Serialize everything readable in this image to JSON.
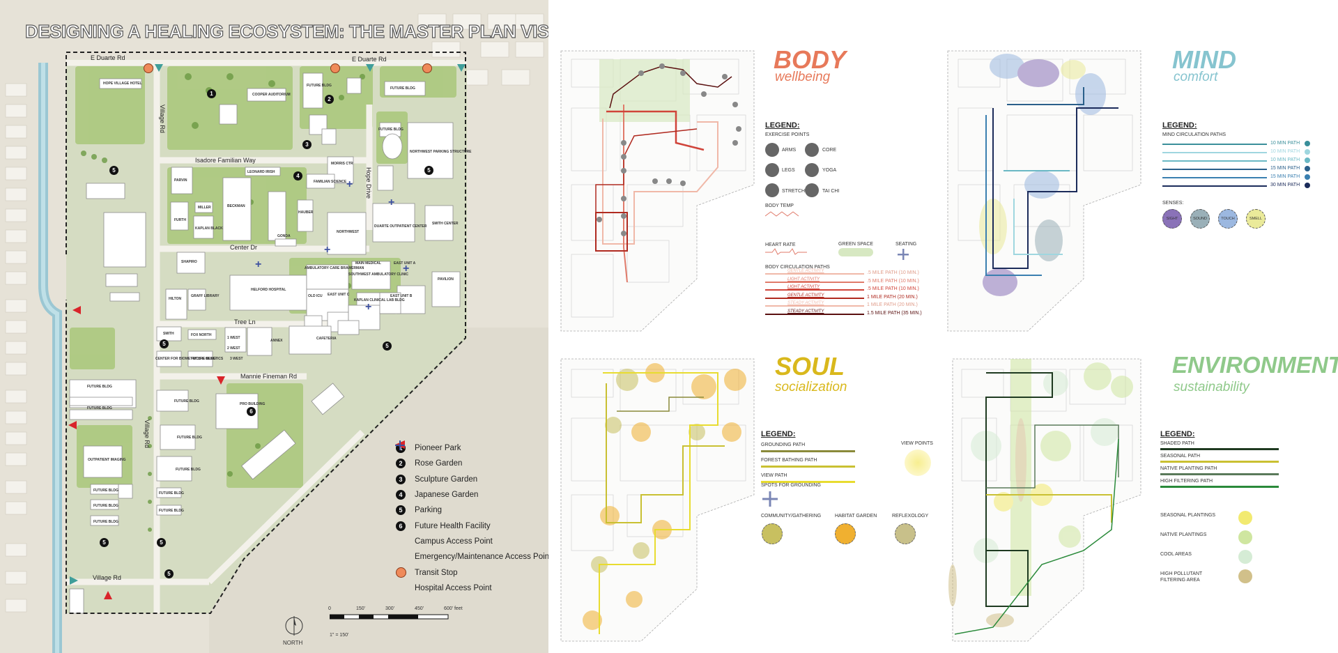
{
  "colors": {
    "body": "#e7795a",
    "mind": "#86c4cf",
    "soul": "#d9b81c",
    "environment": "#8fc98a",
    "path_red": "#c0392b",
    "path_dark": "#5a1010",
    "mind_navy": "#1b2b5a",
    "access_teal": "#3f9e9a",
    "access_red": "#d9242a",
    "transit": "#ef8a5a",
    "hospital_access": "#3d50a0"
  },
  "masterplan": {
    "title": "DESIGNING A HEALING ECOSYSTEM: THE MASTER PLAN VISION",
    "roads": {
      "e_duarte_1": "E Duarte Rd",
      "e_duarte_2": "E Duarte Rd",
      "village_rd_1": "Village Rd",
      "village_rd_2": "Village Rd",
      "village_rd_3": "Village Rd",
      "isadore": "Isadore Familian Way",
      "hope_drive": "Hope Drive",
      "center_dr": "Center Dr",
      "tree_ln": "Tree Ln",
      "mannie": "Mannie Fineman Rd"
    },
    "buildings": {
      "hope_village_hotel": "HOPE VILLAGE HOTEL",
      "cooper": "COOPER AUDITORIUM",
      "future_bldg": "FUTURE BLDG",
      "familian_science": "FAMILIAN SCIENCE",
      "morris": "MORRIS CTR",
      "northwest_parking": "NORTHWEST PARKING STRUCTURE",
      "parvin": "PARVIN",
      "leonard_irish": "LEONARD IRISH",
      "beckman": "BECKMAN",
      "furth": "FURTH",
      "miller": "MILLER",
      "kaplan_black": "KAPLAN BLACK",
      "gonda": "GONDA",
      "hauber": "HAUBER",
      "northwest": "NORTHWEST",
      "duarte_outpatient": "DUARTE OUTPATIENT CENTER",
      "smith_center": "SMITH CENTER",
      "shapiro": "SHAPIRO",
      "ambulatory": "AMBULATORY CARE BRAWERMAN",
      "main_medical": "MAIN MEDICAL",
      "east_unit_a": "EAST UNIT A",
      "southwest_ambulatory": "SOUTHWEST AMBULATORY CLINIC",
      "pavilion": "PAVILION",
      "helford": "HELFORD HOSPITAL",
      "hilton": "HILTON",
      "graff": "GRAFF LIBRARY",
      "old_icu": "OLD ICU",
      "east_unit_c": "EAST UNIT C",
      "kaplan_lab": "KAPLAN CLINICAL LAB BLDG",
      "east_unit_b": "EAST UNIT B",
      "smith": "SMITH",
      "fox_north": "FOX NORTH",
      "center_biometrics": "CENTER FOR BIOMETRICS & GENETICS",
      "west_1": "1 WEST",
      "west_2": "2 WEST",
      "west_3": "3 WEST",
      "annex": "ANNEX",
      "cafeteria": "CAFETERIA",
      "pro_building": "PRO BUILDING",
      "outpatient_imaging": "OUTPATIENT IMAGING"
    },
    "legend": [
      {
        "symbol": "1",
        "label": "Pioneer Park"
      },
      {
        "symbol": "2",
        "label": "Rose Garden"
      },
      {
        "symbol": "3",
        "label": "Sculpture Garden"
      },
      {
        "symbol": "4",
        "label": "Japanese Garden"
      },
      {
        "symbol": "5",
        "label": "Parking"
      },
      {
        "symbol": "6",
        "label": "Future Health Facility"
      },
      {
        "symbol": "teal-arrow-icon",
        "label": "Campus Access Point"
      },
      {
        "symbol": "red-arrow-icon",
        "label": "Emergency/Maintenance Access Point"
      },
      {
        "symbol": "orange-circle-icon",
        "label": "Transit Stop"
      },
      {
        "symbol": "blue-cross-icon",
        "label": "Hospital Access Point"
      }
    ],
    "scale": {
      "ticks": [
        "0",
        "150'",
        "300'",
        "450'",
        "600' feet"
      ],
      "ratio": "1\" = 150'",
      "north": "NORTH"
    }
  },
  "body": {
    "title": "BODY",
    "subtitle": "wellbeing",
    "legend_title": "LEGEND:",
    "exercise_heading": "EXERCISE POINTS",
    "exercise": [
      "ARMS",
      "CORE",
      "LEGS",
      "YOGA",
      "STRETCH",
      "TAI CHI"
    ],
    "body_temp": "BODY TEMP",
    "heart_rate": "HEART RATE",
    "green_space": "GREEN SPACE",
    "seating": "SEATING",
    "circulation_heading": "BODY CIRCULATION  PATHS",
    "paths": [
      {
        "activity": "GENTLE ACTIVITY",
        "label": ".5 MILE PATH (10 MIN.)",
        "color": "#f0b8a8"
      },
      {
        "activity": "LIGHT ACTIVITY",
        "label": ".5 MILE PATH (10 MIN.)",
        "color": "#e07a6a"
      },
      {
        "activity": "LIGHT ACTIVITY",
        "label": ".5 MILE PATH (10 MIN.)",
        "color": "#d0443a"
      },
      {
        "activity": "GENTLE ACTIVITY",
        "label": "1 MILE PATH (20 MIN.)",
        "color": "#b02a20"
      },
      {
        "activity": "STEADY ACTIVITY",
        "label": "1 MILE PATH (20 MIN.)",
        "color": "#f0b8a8"
      },
      {
        "activity": "STEADY ACTIVITY",
        "label": "1.5 MILE PATH (35 MIN.)",
        "color": "#5a1010"
      }
    ]
  },
  "mind": {
    "title": "MIND",
    "subtitle": "comfort",
    "legend_title": "LEGEND:",
    "paths_heading": "MIND CIRCULATION  PATHS",
    "paths": [
      {
        "label": "10 MIN PATH",
        "color": "#3a8f9a"
      },
      {
        "label": "10 MIN PATH",
        "color": "#9fd6df"
      },
      {
        "label": "10 MIN PATH",
        "color": "#6ab8c4"
      },
      {
        "label": "15 MIN PATH",
        "color": "#2a5f8a"
      },
      {
        "label": "15 MIN PATH",
        "color": "#3a7fb0"
      },
      {
        "label": "30 MIN PATH",
        "color": "#1b2b5a"
      }
    ],
    "senses_heading": "SENSES:",
    "senses": [
      {
        "label": "SIGHT",
        "color": "#8a72b8"
      },
      {
        "label": "SOUND",
        "color": "#9ab0b8"
      },
      {
        "label": "TOUCH",
        "color": "#9cb8e0"
      },
      {
        "label": "SMELL",
        "color": "#eaea9a"
      }
    ]
  },
  "soul": {
    "title": "SOUL",
    "subtitle": "socialization",
    "legend_title": "LEGEND:",
    "paths": [
      {
        "label": "GROUNDING PATH",
        "color": "#8a8a3a"
      },
      {
        "label": "FOREST BATHING PATH",
        "color": "#c9c032"
      },
      {
        "label": "VIEW PATH",
        "color": "#e8dc30"
      }
    ],
    "view_points": "VIEW POINTS",
    "spots": "SPOTS FOR GROUNDING",
    "circles": [
      {
        "label": "COMMUNITY/GATHERING",
        "color": "#c8c060"
      },
      {
        "label": "HABITAT GARDEN",
        "color": "#f0b030"
      },
      {
        "label": "REFLEXOLOGY",
        "color": "#c8c08a"
      }
    ]
  },
  "environment": {
    "title": "ENVIRONMENT",
    "subtitle": "sustainability",
    "legend_title": "LEGEND:",
    "paths": [
      {
        "label": "SHADED PATH",
        "color": "#1e3a20"
      },
      {
        "label": "SEASONAL PATH",
        "color": "#c9c032"
      },
      {
        "label": "NATIVE PLANTING PATH",
        "color": "#5a7a5a"
      },
      {
        "label": "HIGH FILTERING PATH",
        "color": "#2a8a3a"
      }
    ],
    "areas": [
      {
        "label": "SEASONAL PLANTINGS",
        "color": "#f2ea70"
      },
      {
        "label": "NATIVE PLANTINGS",
        "color": "#cfe6a0"
      },
      {
        "label": "COOL AREAS",
        "color": "#d5ecd5"
      },
      {
        "label": "HIGH POLLUTANT",
        "label2": "FILTERING AREA",
        "color": "#d1c08a"
      }
    ]
  }
}
